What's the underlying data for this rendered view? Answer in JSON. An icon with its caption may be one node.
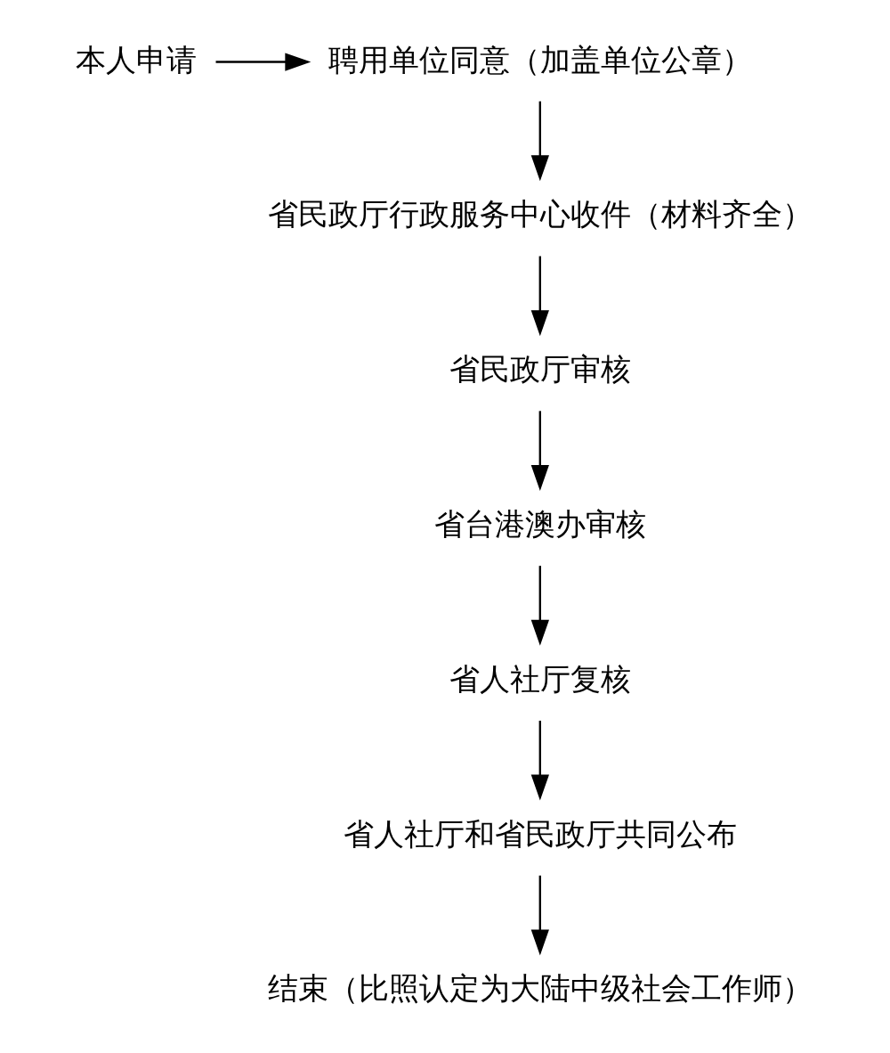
{
  "diagram": {
    "nodes": [
      {
        "text": [
          "本人申请"
        ]
      },
      {
        "text": [
          "聘用单位同意（加盖单位公章）"
        ]
      },
      {
        "text": [
          "省民政厅行政服务中心收件（材料齐全）"
        ]
      },
      {
        "text": [
          "省民政厅审核"
        ]
      },
      {
        "text": [
          "省台港澳办审核"
        ]
      },
      {
        "text": [
          "省人社厅复核"
        ]
      },
      {
        "text": [
          "省人社厅和省民政厅共同公布"
        ]
      },
      {
        "text": [
          "结束（比照认定为大陆中级社会工作师）"
        ]
      }
    ],
    "edges": [
      {
        "from": 0,
        "to": 1,
        "arrow": "to"
      },
      {
        "from": 1,
        "to": 2,
        "arrow": "to"
      },
      {
        "from": 2,
        "to": 3,
        "arrow": "to"
      },
      {
        "from": 3,
        "to": 4,
        "arrow": "to"
      },
      {
        "from": 4,
        "to": 5,
        "arrow": "to"
      },
      {
        "from": 5,
        "to": 6,
        "arrow": "to"
      },
      {
        "from": 6,
        "to": 7,
        "arrow": "to"
      }
    ]
  }
}
